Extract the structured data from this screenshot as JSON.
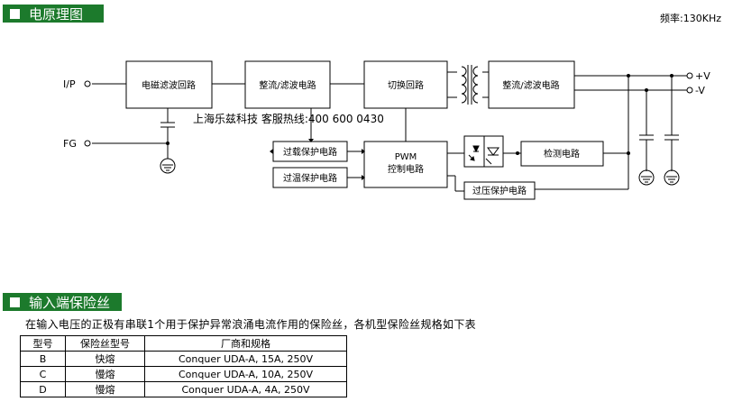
{
  "section1": {
    "title": "电原理图"
  },
  "frequency": "频率:130KHz",
  "diagram": {
    "terminals": {
      "ip": "I/P",
      "fg": "FG",
      "pos": "+V",
      "neg": "-V"
    },
    "blocks": {
      "emi": "电磁滤波回路",
      "rect1": "整流/滤波电路",
      "switch": "切换回路",
      "rect2": "整流/滤波电路",
      "overload": "过载保护电路",
      "overtemp": "过温保护电路",
      "pwm_line1": "PWM",
      "pwm_line2": "控制电路",
      "detect": "检测电路",
      "overvolt": "过压保护电路"
    },
    "watermark": "上海乐兹科技 客服热线:400 600 0430"
  },
  "section2": {
    "title": "输入端保险丝"
  },
  "description": "在输入电压的正极有串联1个用于保护异常浪涌电流作用的保险丝，各机型保险丝规格如下表",
  "fuse_table": {
    "headers": [
      "型号",
      "保险丝型号",
      "厂商和规格"
    ],
    "rows": [
      [
        "B",
        "快熔",
        "Conquer UDA-A, 15A, 250V"
      ],
      [
        "C",
        "慢熔",
        "Conquer UDA-A, 10A, 250V"
      ],
      [
        "D",
        "慢熔",
        "Conquer UDA-A, 4A, 250V"
      ]
    ]
  }
}
